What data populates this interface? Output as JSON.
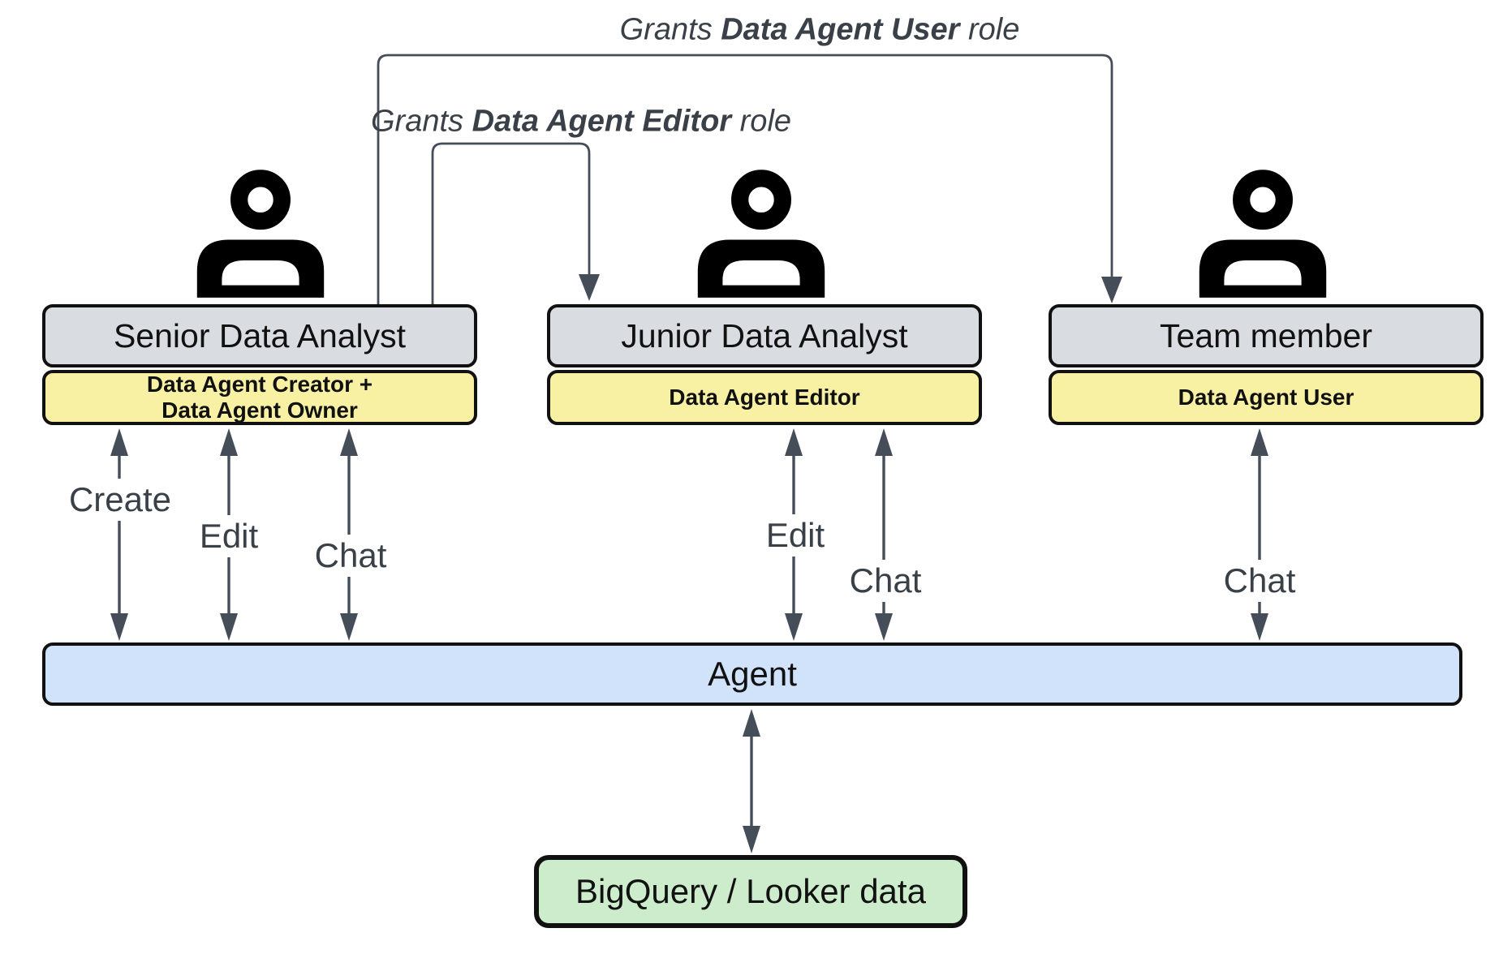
{
  "colors": {
    "actor_box_fill": "#d9dce1",
    "role_box_fill": "#f8f1a4",
    "agent_bar_fill": "#d1e2fb",
    "datastore_fill": "#cdeccb",
    "box_border": "#111111",
    "box_text": "#111111",
    "connector": "#454d59",
    "label_text": "#3a4047"
  },
  "grant_annotations": [
    {
      "prefix": "Grants ",
      "role": "Data Agent User",
      "suffix": " role"
    },
    {
      "prefix": "Grants ",
      "role": "Data Agent Editor",
      "suffix": " role"
    }
  ],
  "actors": [
    {
      "title": "Senior Data Analyst",
      "role_line1": "Data Agent Creator +",
      "role_line2": "Data Agent Owner"
    },
    {
      "title": "Junior Data Analyst",
      "role_line1": "Data Agent Editor",
      "role_line2": ""
    },
    {
      "title": "Team member",
      "role_line1": "Data Agent User",
      "role_line2": ""
    }
  ],
  "edge_labels": {
    "create": "Create",
    "edit": "Edit",
    "chat": "Chat"
  },
  "agent": {
    "label": "Agent"
  },
  "datastore": {
    "label": "BigQuery / Looker data"
  },
  "icons": {
    "actor": "person-icon"
  },
  "edges": [
    {
      "from": "Senior Data Analyst",
      "to": "Agent",
      "labels": [
        "Create",
        "Edit",
        "Chat"
      ],
      "bidirectional": true
    },
    {
      "from": "Junior Data Analyst",
      "to": "Agent",
      "labels": [
        "Edit",
        "Chat"
      ],
      "bidirectional": true
    },
    {
      "from": "Team member",
      "to": "Agent",
      "labels": [
        "Chat"
      ],
      "bidirectional": true
    },
    {
      "from": "Agent",
      "to": "BigQuery / Looker data",
      "labels": [],
      "bidirectional": true
    },
    {
      "from": "Senior Data Analyst",
      "to": "Junior Data Analyst",
      "grant": "Data Agent Editor"
    },
    {
      "from": "Senior Data Analyst",
      "to": "Team member",
      "grant": "Data Agent User"
    }
  ]
}
